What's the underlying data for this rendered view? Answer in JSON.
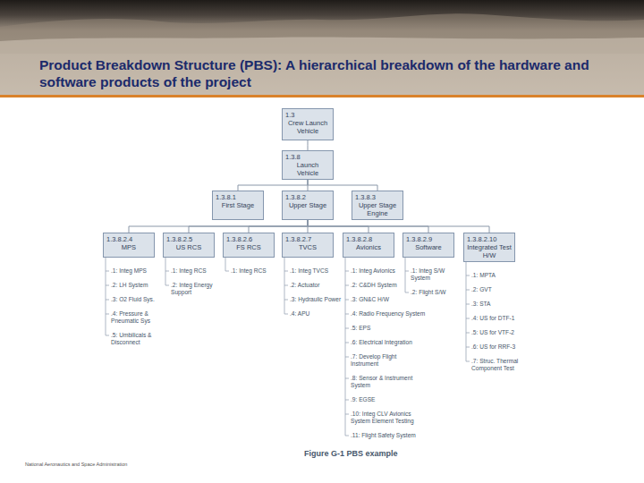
{
  "diagram": {
    "title": "Product Breakdown Structure (PBS): A hierarchical breakdown of the hardware and software products of the project",
    "caption": "Figure G-1 PBS example",
    "nodes": [
      {
        "text": [
          "1.3",
          "Crew Launch Vehicle"
        ]
      },
      {
        "text": [
          "1.3.8",
          "Launch Vehicle"
        ]
      },
      {
        "text": [
          "1.3.8.1",
          "First Stage"
        ]
      },
      {
        "text": [
          "1.3.8.2",
          "Upper Stage"
        ]
      },
      {
        "text": [
          "1.3.8.3",
          "Upper Stage Engine"
        ]
      },
      {
        "text": [
          "1.3.8.2.4",
          "MPS"
        ]
      },
      {
        "text": [
          "1.3.8.2.5",
          "US RCS"
        ]
      },
      {
        "text": [
          "1.3.8.2.6",
          "FS RCS"
        ]
      },
      {
        "text": [
          "1.3.8.2.7",
          "TVCS"
        ]
      },
      {
        "text": [
          "1.3.8.2.8",
          "Avionics"
        ]
      },
      {
        "text": [
          "1.3.8.2.9",
          "Software"
        ]
      },
      {
        "text": [
          "1.3.8.2.10",
          "Integrated Test H/W"
        ]
      }
    ],
    "edges": [
      {
        "from": 0,
        "to": 1,
        "arrow": "none"
      },
      {
        "from": 1,
        "to": 2,
        "arrow": "none"
      },
      {
        "from": 1,
        "to": 3,
        "arrow": "none"
      },
      {
        "from": 1,
        "to": 4,
        "arrow": "none"
      },
      {
        "from": 3,
        "to": 5,
        "arrow": "none"
      },
      {
        "from": 3,
        "to": 6,
        "arrow": "none"
      },
      {
        "from": 3,
        "to": 7,
        "arrow": "none"
      },
      {
        "from": 3,
        "to": 8,
        "arrow": "none"
      },
      {
        "from": 3,
        "to": 9,
        "arrow": "none"
      },
      {
        "from": 3,
        "to": 10,
        "arrow": "none"
      },
      {
        "from": 3,
        "to": 11,
        "arrow": "none"
      }
    ],
    "labels": [
      ".1: Integ MPS",
      ".2: LH System",
      ".3: O2 Fluid Sys.",
      ".4: Pressure & Pneumatic Sys",
      ".5: Umbilicals & Disconnect",
      ".1: Integ RCS",
      ".2: Integ Energy Support",
      ".1: Integ RCS",
      ".1: Integ TVCS",
      ".2: Actuator",
      ".3: Hydraulic Power",
      ".4: APU",
      ".1: Integ Avionics",
      ".2: C&DH System",
      ".3: GN&C H/W",
      ".4: Radio Frequency System",
      ".5: EPS",
      ".6: Electrical Integration",
      ".7: Develop Flight Instrument",
      ".8: Sensor & Instrument System",
      ".9: EGSE",
      ".10: Integ CLV Avionics System Element Testing",
      ".11: Flight Safety System",
      ".1: Integ S/W System",
      ".2: Flight S/W",
      ".1: MPTA",
      ".2: GVT",
      ".3: STA",
      ".4: US for DTF-1",
      ".5: US for VTF-2",
      ".6: US for RRF-3",
      ".7: Struc. Thermal Component Test",
      "National Aeronautics and Space Administration"
    ]
  }
}
